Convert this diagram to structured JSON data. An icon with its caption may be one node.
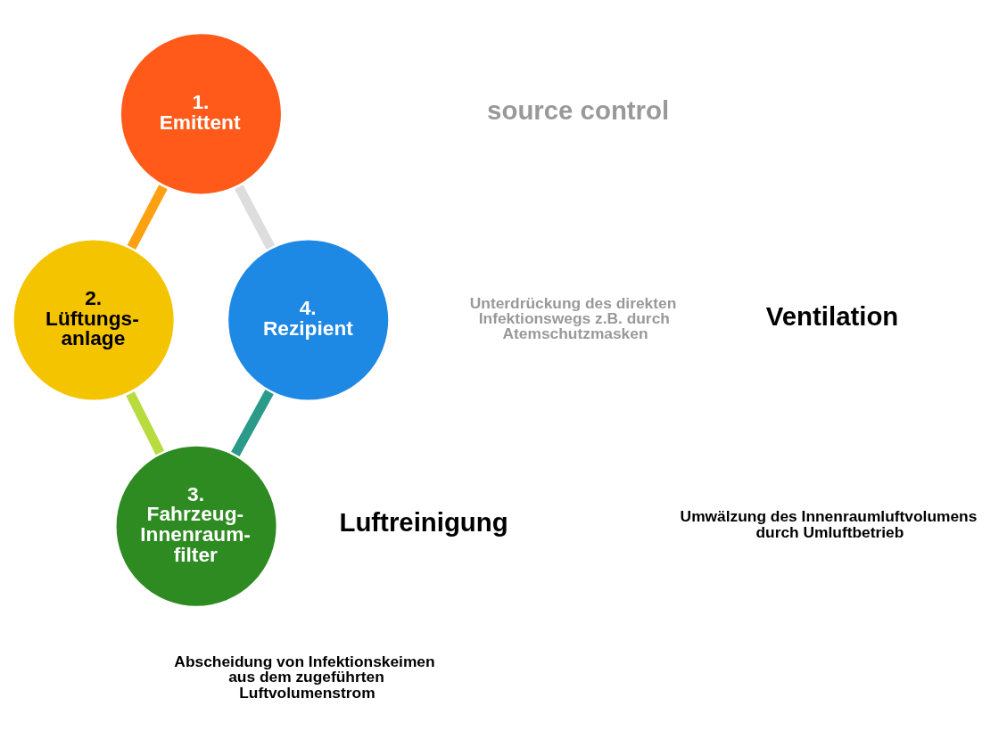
{
  "diagram": {
    "nodes": [
      {
        "text": [
          "1. Emittent"
        ]
      },
      {
        "text": [
          "2. Lüftungs- anlage"
        ]
      },
      {
        "text": [
          "3. Fahrzeug- Innenraum- filter"
        ]
      },
      {
        "text": [
          "4. Rezipient"
        ]
      }
    ],
    "edges": [
      {
        "from": 0,
        "to": 1,
        "arrow": "none",
        "color": "#ffa010"
      },
      {
        "from": 1,
        "to": 2,
        "arrow": "none",
        "color": "#b8dc40"
      },
      {
        "from": 2,
        "to": 3,
        "arrow": "none",
        "color": "#2a9a8a"
      },
      {
        "from": 3,
        "to": 0,
        "arrow": "none",
        "color": "#dddddd"
      }
    ],
    "labels": [
      "source control",
      "Unterdrückung des direkten Infektionswegs z.B. durch Atemschutzmasken",
      "Ventilation",
      "Umwälzung des Innenraumluftvolumens durch Umluftbetrieb",
      "Luftreinigung",
      "Abscheidung von Infektionskeimen aus dem zugeführten Luftvolumenstrom"
    ]
  }
}
